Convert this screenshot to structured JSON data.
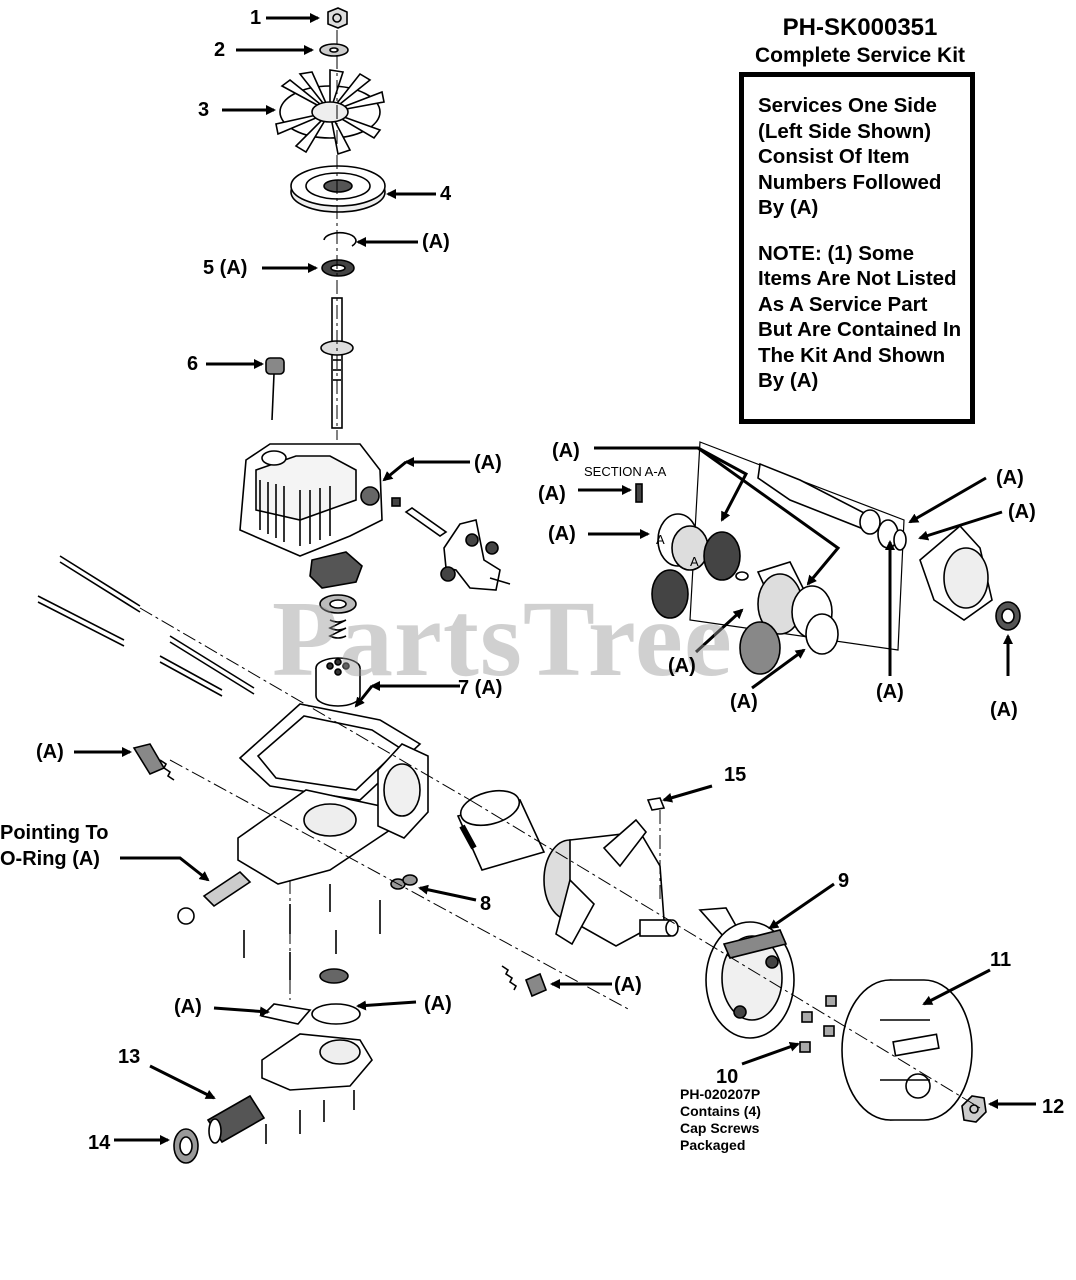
{
  "kit": {
    "code": "PH-SK000351",
    "title": "Complete Service Kit",
    "para1": "Services One Side (Left Side Shown) Consist Of Item Numbers Followed By (A)",
    "para2": "NOTE: (1) Some Items Are Not Listed As A Service Part But Are Contained In The Kit And Shown By (A)"
  },
  "watermark": "PartsTree",
  "section_label": "SECTION A-A",
  "callouts": {
    "c1": "1",
    "c2": "2",
    "c3": "3",
    "c4": "4",
    "c5": "5 (A)",
    "c6": "6",
    "c7": "7 (A)",
    "c8": "8",
    "c9": "9",
    "c10": "10",
    "c11": "11",
    "c12": "12",
    "c13": "13",
    "c14": "14",
    "c15": "15",
    "a": "(A)",
    "oring_line1": "Pointing To",
    "oring_line2": "O-Ring (A)"
  },
  "cap_screw_note": [
    "PH-020207P",
    "Contains (4)",
    "Cap Screws",
    "Packaged"
  ],
  "sub_marks": {
    "a": "A"
  },
  "colors": {
    "ink": "#000000",
    "watermark": "#969696"
  }
}
